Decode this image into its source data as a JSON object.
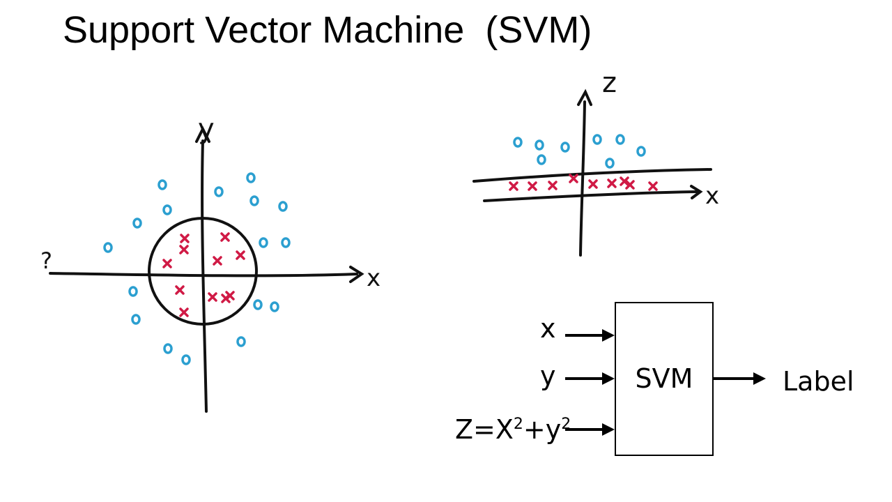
{
  "slide": {
    "title": "Support Vector Machine  (SVM)"
  },
  "left_plot": {
    "y_axis_label": "y",
    "x_axis_label": "x",
    "neg_axis_label": "?",
    "circle_color": "#111111",
    "outer_class": "o",
    "inner_class": "x",
    "outer_color": "#2b9fd0",
    "inner_color": "#d01a45"
  },
  "right_plot": {
    "z_axis_label": "z",
    "x_axis_label": "x",
    "outer_class": "o",
    "inner_class": "x",
    "outer_color": "#2b9fd0",
    "inner_color": "#d01a45"
  },
  "pipeline": {
    "inputs": [
      "x",
      "y"
    ],
    "input_z_prefix": "Z=X",
    "input_z_sup1": "2",
    "input_z_mid": "+y",
    "input_z_sup2": "2",
    "model": "SVM",
    "output": "Label"
  }
}
